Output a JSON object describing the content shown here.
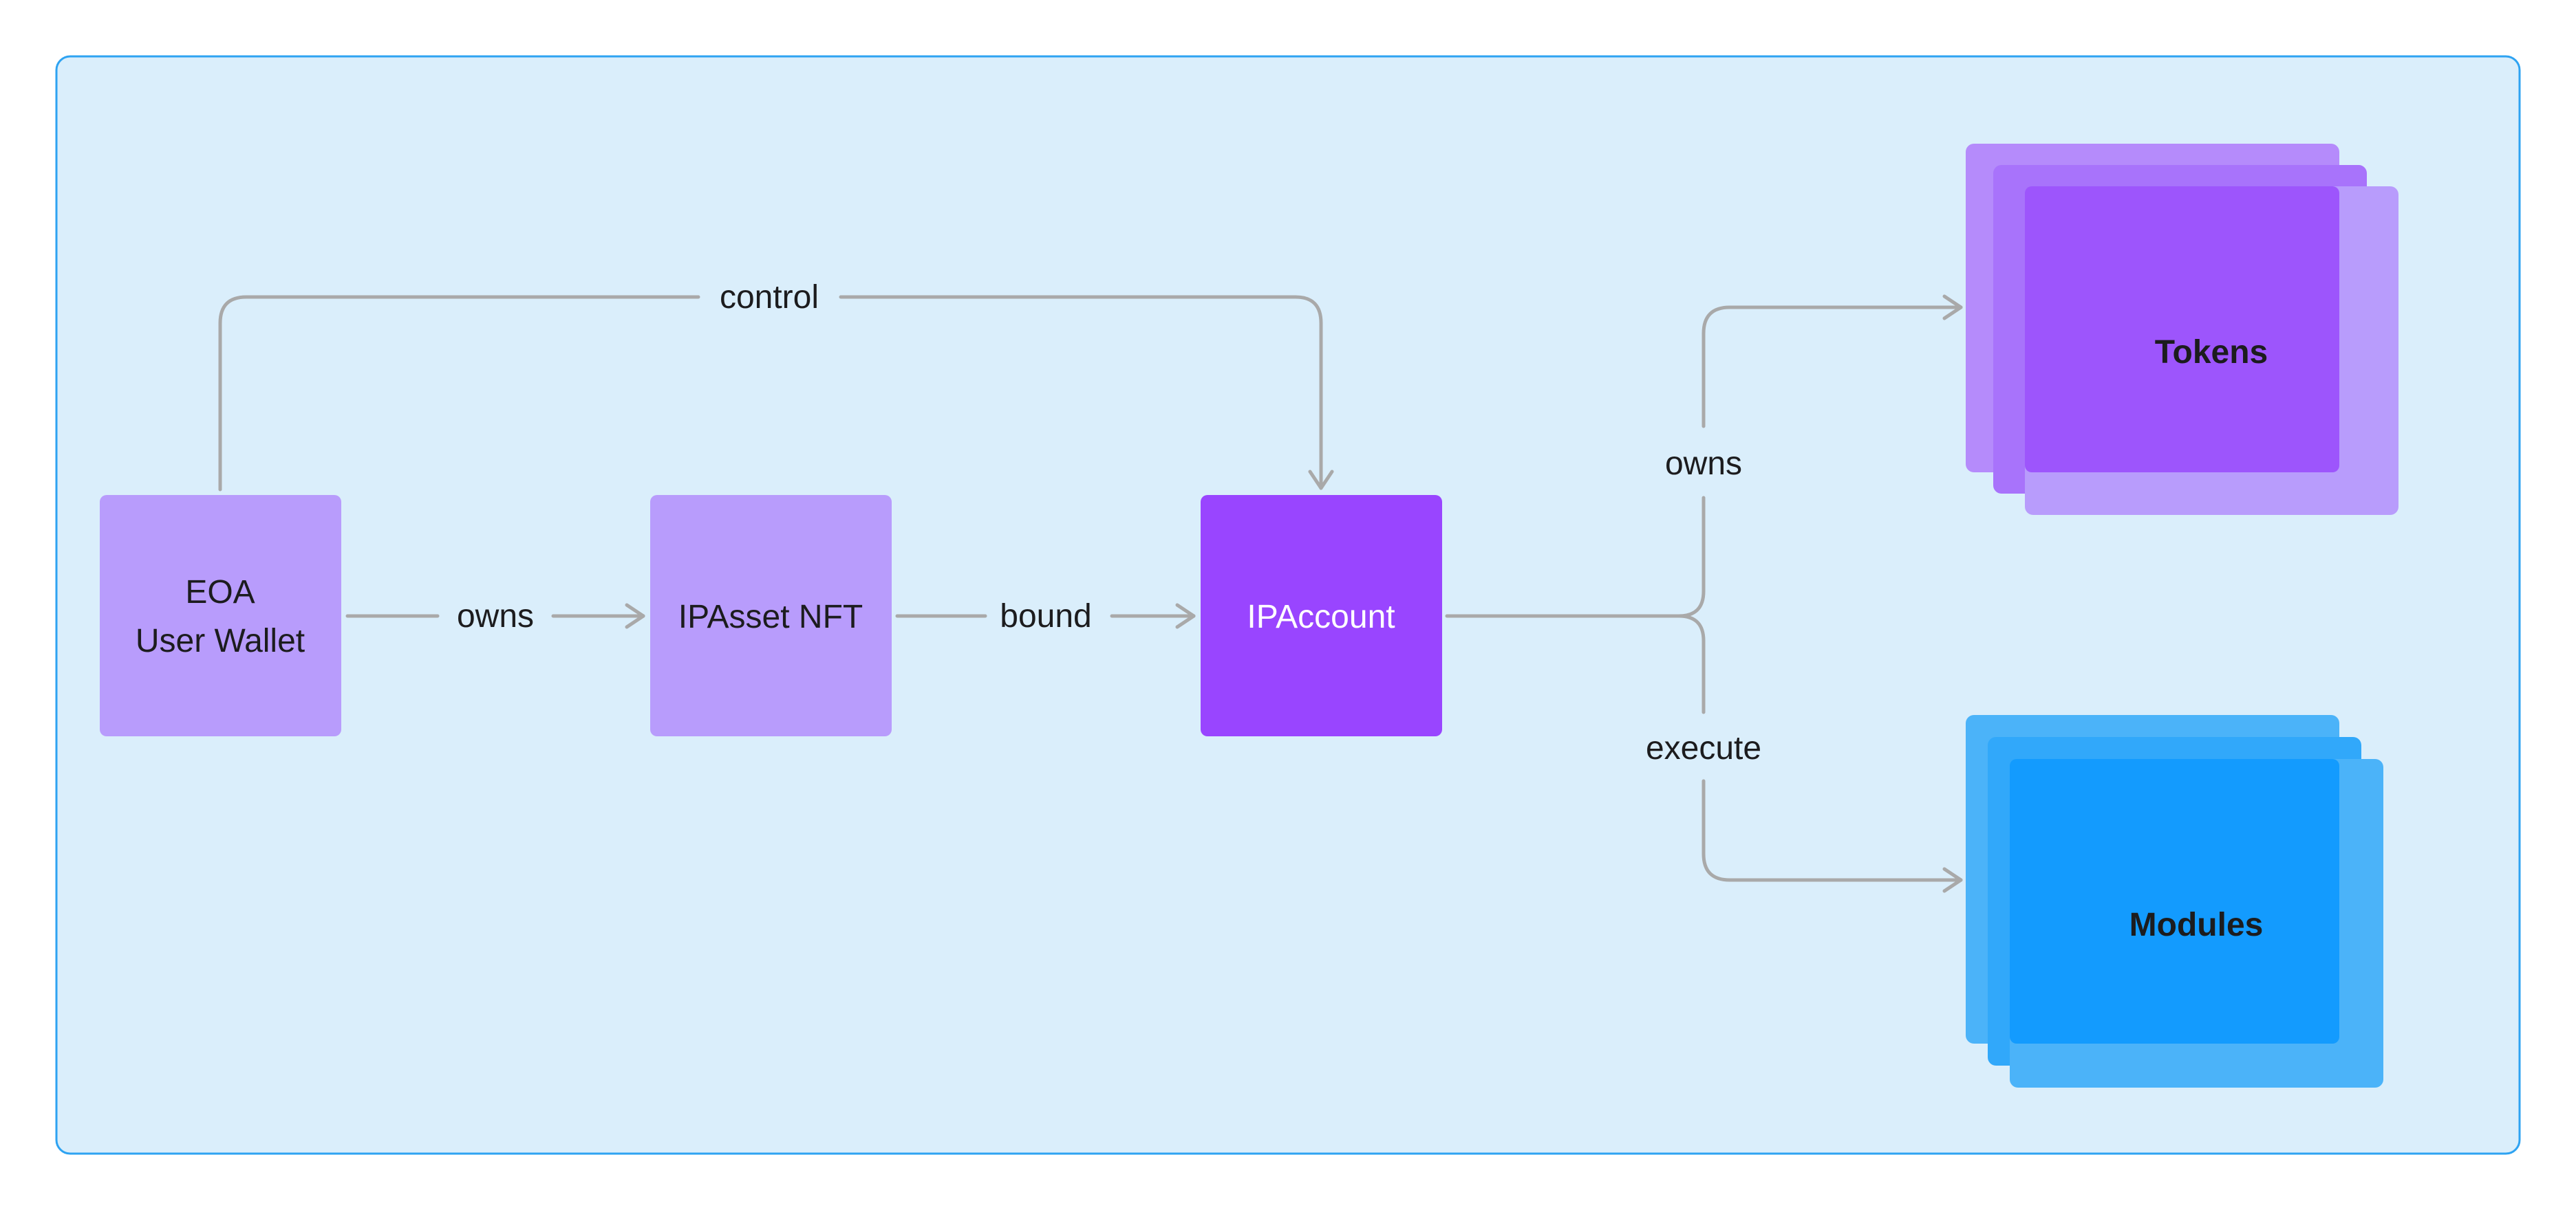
{
  "colors": {
    "background": "#ffffff",
    "panel_fill": "#daeefb",
    "panel_border": "#2ea3f2",
    "light_purple": "#b89cfc",
    "deep_purple": "#9945ff",
    "tokens_back": "#b58bfb",
    "tokens_mid": "#a873fb",
    "tokens_front": "#9d55fc",
    "modules_back": "#4bb3f9",
    "modules_mid": "#31a8fa",
    "modules_front": "#139bfe",
    "connector": "#a9a9a9",
    "text_dark": "#1c1c1e",
    "text_light": "#ffffff"
  },
  "nodes": {
    "eoa": {
      "line1": "EOA",
      "line2": "User Wallet"
    },
    "ipasset": {
      "label": "IPAsset NFT"
    },
    "ipaccount": {
      "label": "IPAccount"
    },
    "tokens": {
      "label": "Tokens"
    },
    "modules": {
      "label": "Modules"
    }
  },
  "edges": {
    "control": "control",
    "owns_nft": "owns",
    "bound": "bound",
    "owns_tokens": "owns",
    "execute": "execute"
  }
}
